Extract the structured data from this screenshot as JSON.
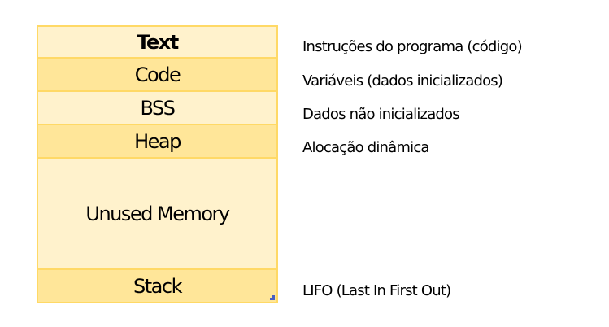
{
  "memory_layout": {
    "segments": [
      {
        "label": "Text",
        "description": "Instruções do programa (código)"
      },
      {
        "label": "Code",
        "description": "Variáveis (dados inicializados)"
      },
      {
        "label": "BSS",
        "description": "Dados não inicializados"
      },
      {
        "label": "Heap",
        "description": "Alocação dinâmica"
      },
      {
        "label": "Unused Memory",
        "description": ""
      },
      {
        "label": "Stack",
        "description": "LIFO (Last In First Out)"
      }
    ]
  },
  "colors": {
    "light_fill": "#fff2cc",
    "dark_fill": "#ffe699",
    "border": "#ffd966",
    "handle": "#4a5fc1"
  }
}
